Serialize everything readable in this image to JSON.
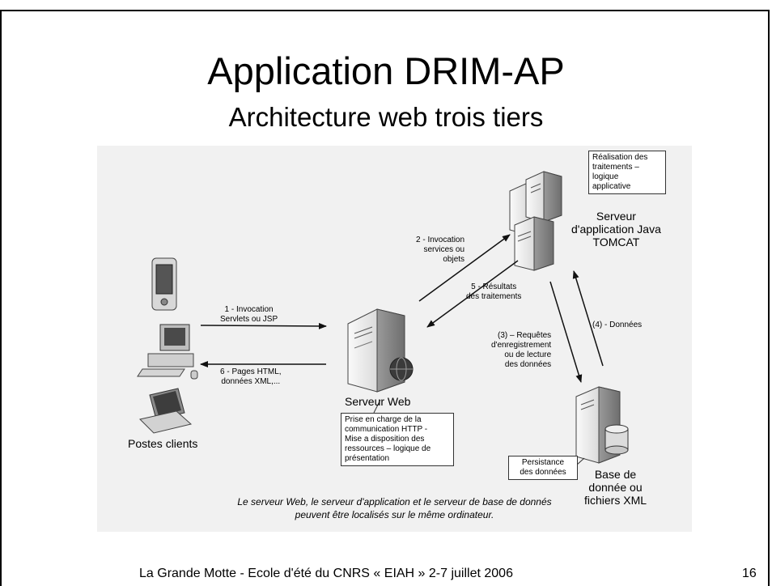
{
  "slide": {
    "title": "Application DRIM-AP",
    "subtitle": "Architecture web trois tiers",
    "footer": "La Grande Motte - Ecole d'été du CNRS « EIAH » 2-7 juillet 2006",
    "page_number": "16"
  },
  "diagram": {
    "nodes": {
      "clients": "Postes clients",
      "web_server": "Serveur Web",
      "app_server": [
        "Serveur",
        "d'application Java",
        "TOMCAT"
      ],
      "database": [
        "Base de",
        "donnée ou",
        "fichiers XML"
      ]
    },
    "arrows": {
      "a1": [
        "1 - Invocation",
        "Servlets ou JSP"
      ],
      "a2": [
        "2 - Invocation",
        "services ou",
        "objets"
      ],
      "a3": [
        "(3) – Requêtes",
        "d'enregistrement",
        "ou de lecture",
        "des données"
      ],
      "a4": "(4) - Données",
      "a5": [
        "5 - Résultats",
        "des traitements"
      ],
      "a6": [
        "6 - Pages HTML,",
        "données XML,..."
      ]
    },
    "notes": {
      "app_note": [
        "Réalisation des",
        "traitements –",
        "logique",
        "applicative"
      ],
      "web_note": [
        "Prise en charge de la",
        "communication HTTP -",
        "Mise a disposition des",
        "ressources – logique de",
        "présentation"
      ],
      "db_note": [
        "Persistance",
        "des données"
      ]
    },
    "caption": [
      "Le serveur Web, le serveur d'application et le serveur de base de donnés",
      "peuvent être localisés sur le même ordinateur."
    ]
  }
}
